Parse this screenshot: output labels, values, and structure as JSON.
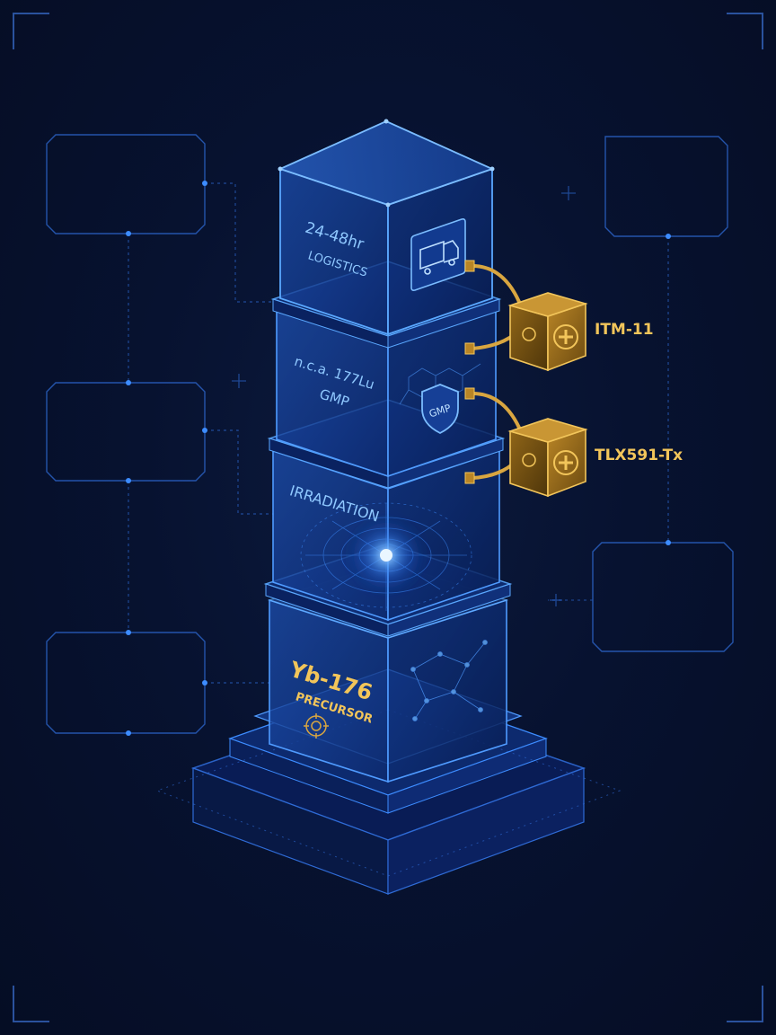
{
  "layers": {
    "logistics": {
      "line1": "24-48hr",
      "line2": "LOGISTICS",
      "icon": "truck-icon"
    },
    "gmp": {
      "line1": "n.c.a. 177Lu",
      "line2": "GMP",
      "badge": "GMP",
      "icon": "shield-icon"
    },
    "irradiation": {
      "line1": "IRRADIATION",
      "icon": "radial-glow-icon"
    },
    "precursor": {
      "line1": "Yb-176",
      "line2": "PRECURSOR",
      "icon": "target-icon"
    }
  },
  "products": [
    {
      "name": "ITM-11",
      "icon": "medical-cross-icon"
    },
    {
      "name": "TLX591-Tx",
      "icon": "medical-cross-icon"
    }
  ],
  "colors": {
    "background": "#071230",
    "blue_glow": "#3d8cff",
    "blue_text": "#8fc8ff",
    "gold": "#f2c55a",
    "panel_outline": "#2f6bd6"
  }
}
